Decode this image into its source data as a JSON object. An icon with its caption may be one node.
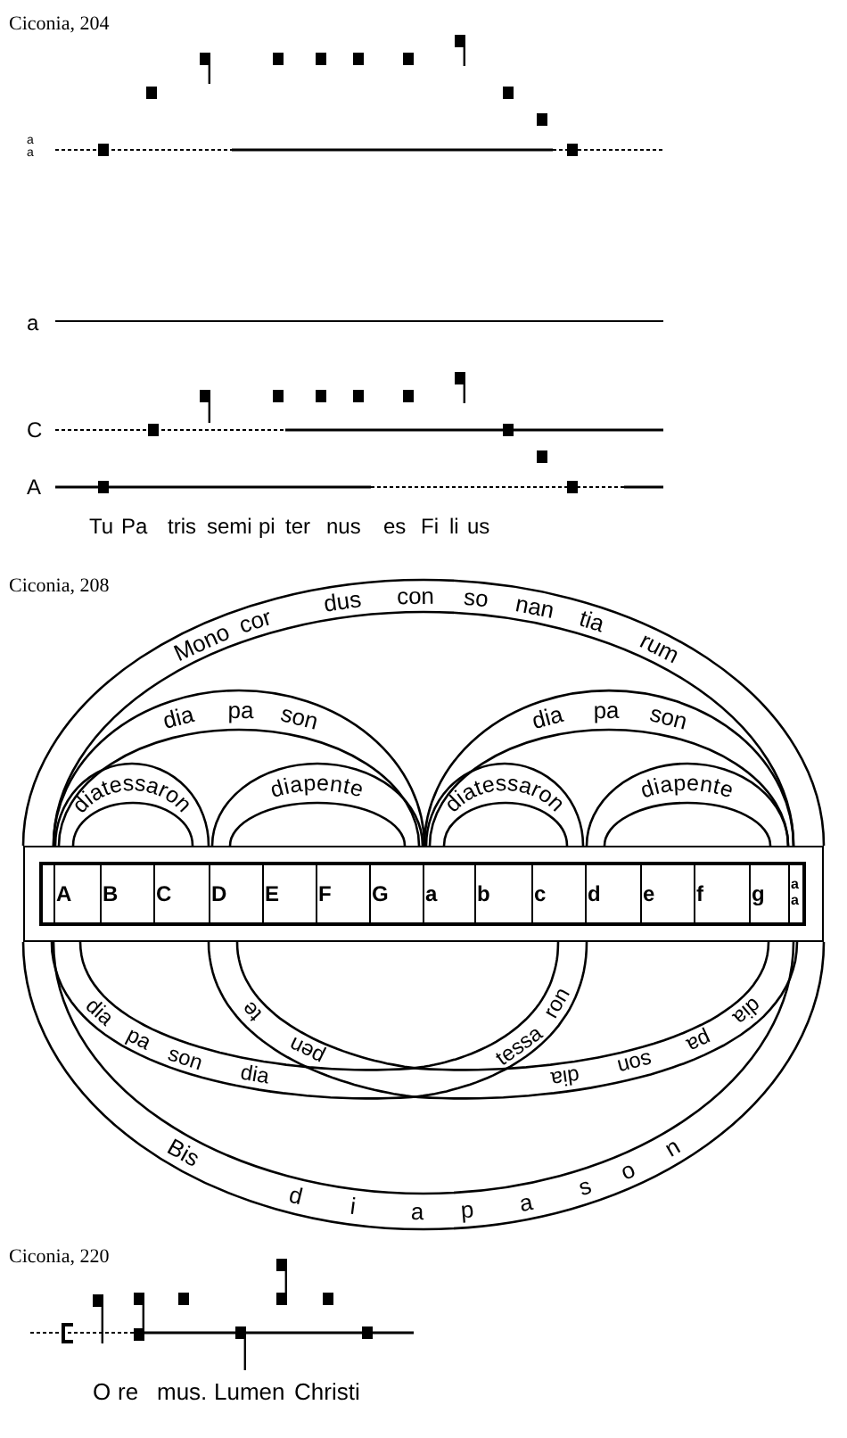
{
  "diagram": {
    "nodes": [
      {
        "text": [],
        "shape": "box"
      },
      {
        "text": [
          "A",
          "B",
          "C",
          "D",
          "E",
          "F",
          "G",
          "a",
          "b",
          "c",
          "d",
          "e",
          "f",
          "g",
          "a",
          "a"
        ],
        "in": 0
      }
    ],
    "labels": [
      "Ciconia, 204",
      "a",
      "a",
      "a",
      "C",
      "A",
      "Tu",
      "Pa",
      "tris",
      "semi",
      "pi",
      "ter",
      "nus",
      "es",
      "Fi",
      "li",
      "us",
      "Ciconia, 208",
      "Mono",
      "cor",
      "dus",
      "con",
      "so",
      "nan",
      "tia",
      "rum",
      "dia",
      "pa",
      "son",
      "dia",
      "pa",
      "son",
      "diatessaron",
      "diapente",
      "diatessaron",
      "diapente",
      "dia",
      "pa",
      "son",
      "dia",
      "tessa",
      "ron",
      "dia",
      "pa",
      "son",
      "dia",
      "pen",
      "te",
      "Bis",
      "d",
      "i",
      "a",
      "p",
      "a",
      "s",
      "o",
      "n",
      "Ciconia, 220",
      "O",
      "re",
      "mus.",
      "Lumen",
      "Christi"
    ]
  }
}
